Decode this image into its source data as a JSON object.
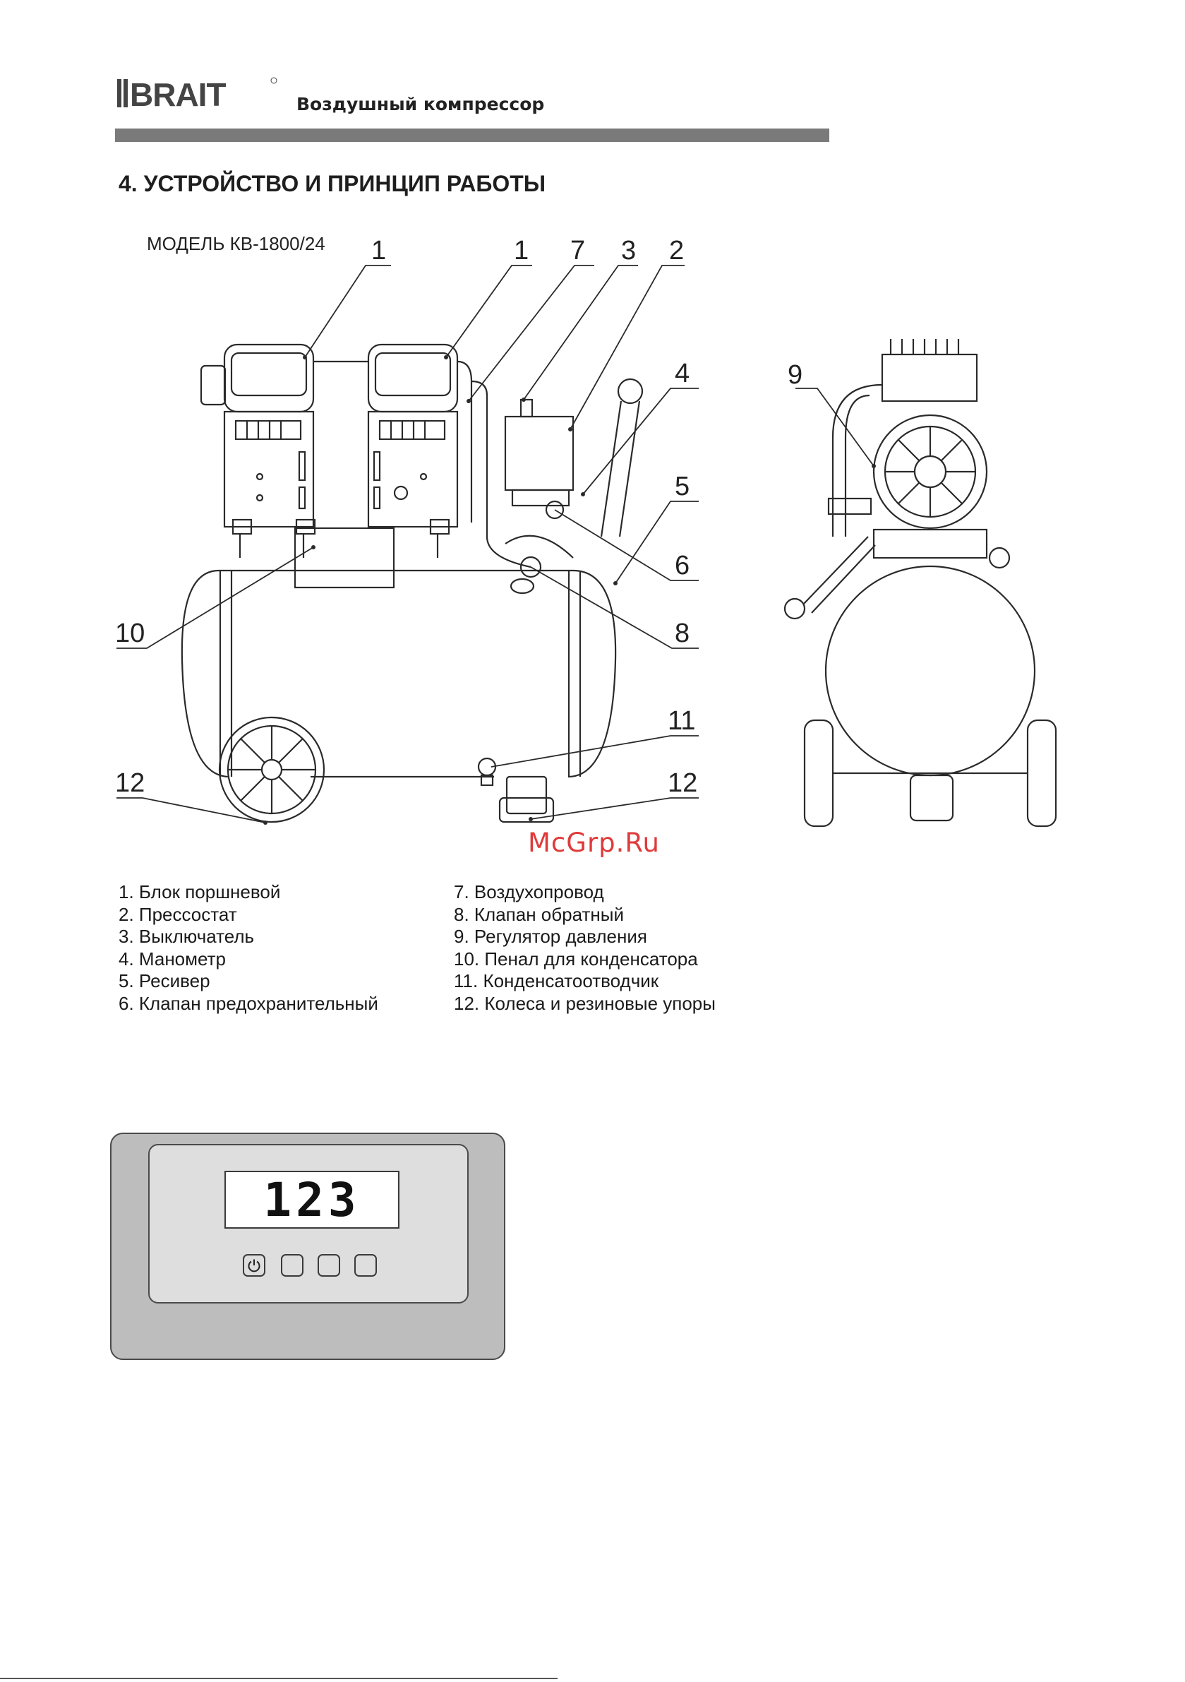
{
  "header": {
    "brand": "BRAIT",
    "doc_title": "Воздушный компрессор"
  },
  "section": {
    "title": "4. УСТРОЙСТВО И ПРИНЦИП РАБОТЫ",
    "model": "МОДЕЛЬ КВ-1800/24"
  },
  "callouts": [
    "1",
    "1",
    "7",
    "3",
    "2",
    "4",
    "5",
    "6",
    "8",
    "10",
    "11",
    "12",
    "12",
    "9"
  ],
  "legend": {
    "left": [
      "1. Блок поршневой",
      "2. Прессостат",
      "3. Выключатель",
      "4. Манометр",
      "5. Ресивер",
      "6. Клапан предохранительный"
    ],
    "right": [
      "7. Воздухопровод",
      "8. Клапан обратный",
      "9. Регулятор давления",
      "10. Пенал для конденсатора",
      "11. Конденсатоотводчик",
      "12. Колеса и резиновые упоры"
    ]
  },
  "watermark": "McGrp.Ru",
  "control_panel": {
    "display_value": "123",
    "buttons": [
      "power-icon",
      "blank",
      "blank",
      "blank"
    ]
  },
  "colors": {
    "header_bar": "#7a7a7a",
    "watermark": "#e03a3a",
    "panel_outer": "#bdbdbd",
    "panel_inner": "#dedede"
  }
}
